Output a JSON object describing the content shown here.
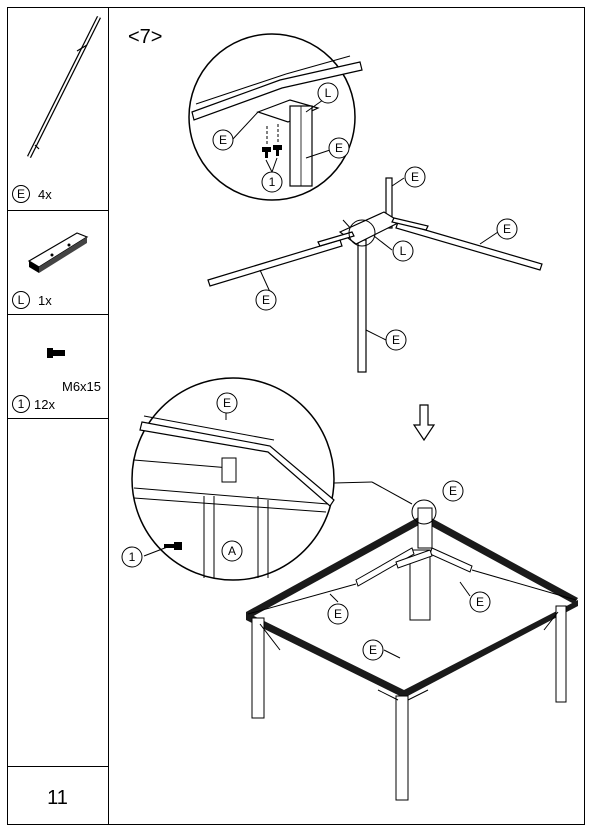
{
  "page": {
    "step_label": "<7>",
    "page_number": "11"
  },
  "parts": [
    {
      "id": "E",
      "qty": "4x"
    },
    {
      "id": "L",
      "qty": "1x"
    },
    {
      "id": "1",
      "qty": "12x",
      "size": "M6x15"
    }
  ],
  "diagram_labels": {
    "E": "E",
    "L": "L",
    "one": "1",
    "A": "A"
  },
  "colors": {
    "line": "#000000",
    "frame": "#1a1a1a"
  }
}
